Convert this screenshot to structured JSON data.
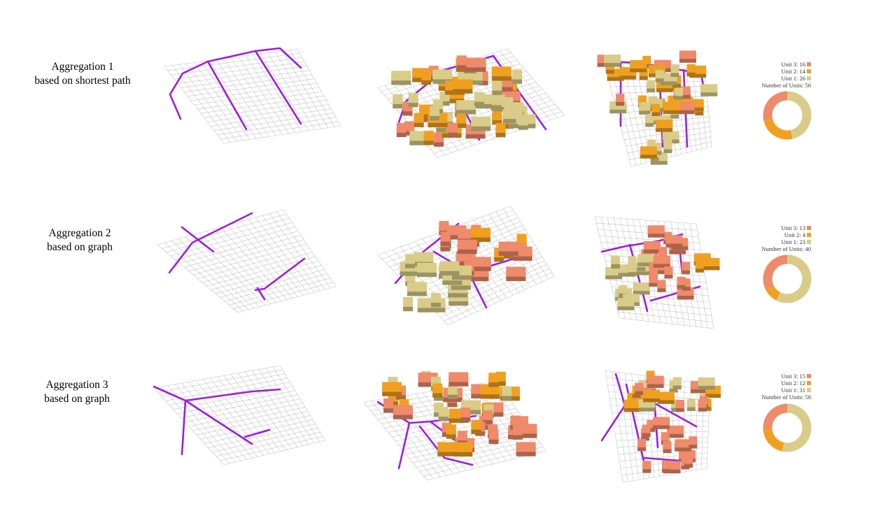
{
  "colors": {
    "unit3": "#ef8a6a",
    "unit2": "#f0a020",
    "unit1": "#d9cc88",
    "path": "#9b1fe0",
    "grid": "#c4c4c4"
  },
  "rows": [
    {
      "label_line1": "Aggregation 1",
      "label_line2": "based on shortest path",
      "legend": {
        "unit3": "Unit 3: 16",
        "unit2": "Unit 2: 14",
        "unit1": "Unit 1: 26",
        "total": "Number of Units: 56"
      },
      "units": {
        "unit3": 16,
        "unit2": 14,
        "unit1": 26
      }
    },
    {
      "label_line1": "Aggregation 2",
      "label_line2": "based on graph",
      "legend": {
        "unit3": "Unit 3: 13",
        "unit2": "Unit 2: 4",
        "unit1": "Unit 1: 23",
        "total": "Number of Units: 40"
      },
      "units": {
        "unit3": 13,
        "unit2": 4,
        "unit1": 23
      }
    },
    {
      "label_line1": "Aggregation 3",
      "label_line2": "based on graph",
      "legend": {
        "unit3": "Unit 3: 15",
        "unit2": "Unit 2: 12",
        "unit1": "Unit 1: 31",
        "total": "Number of Units: 58"
      },
      "units": {
        "unit3": 15,
        "unit2": 12,
        "unit1": 31
      }
    }
  ]
}
